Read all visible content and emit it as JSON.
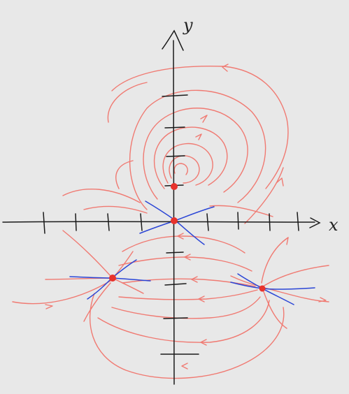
{
  "labels": {
    "x_axis": "x",
    "y_axis": "y"
  },
  "colors": {
    "background": "#e8e8e8",
    "axes": "#1a1a1a",
    "flow_lines": "#f07a72",
    "separatrices": "#2a45d6",
    "fixed_points": "#e8332c"
  },
  "fixed_points": [
    {
      "name": "upper-center"
    },
    {
      "name": "origin"
    },
    {
      "name": "lower-left"
    },
    {
      "name": "lower-right"
    }
  ]
}
